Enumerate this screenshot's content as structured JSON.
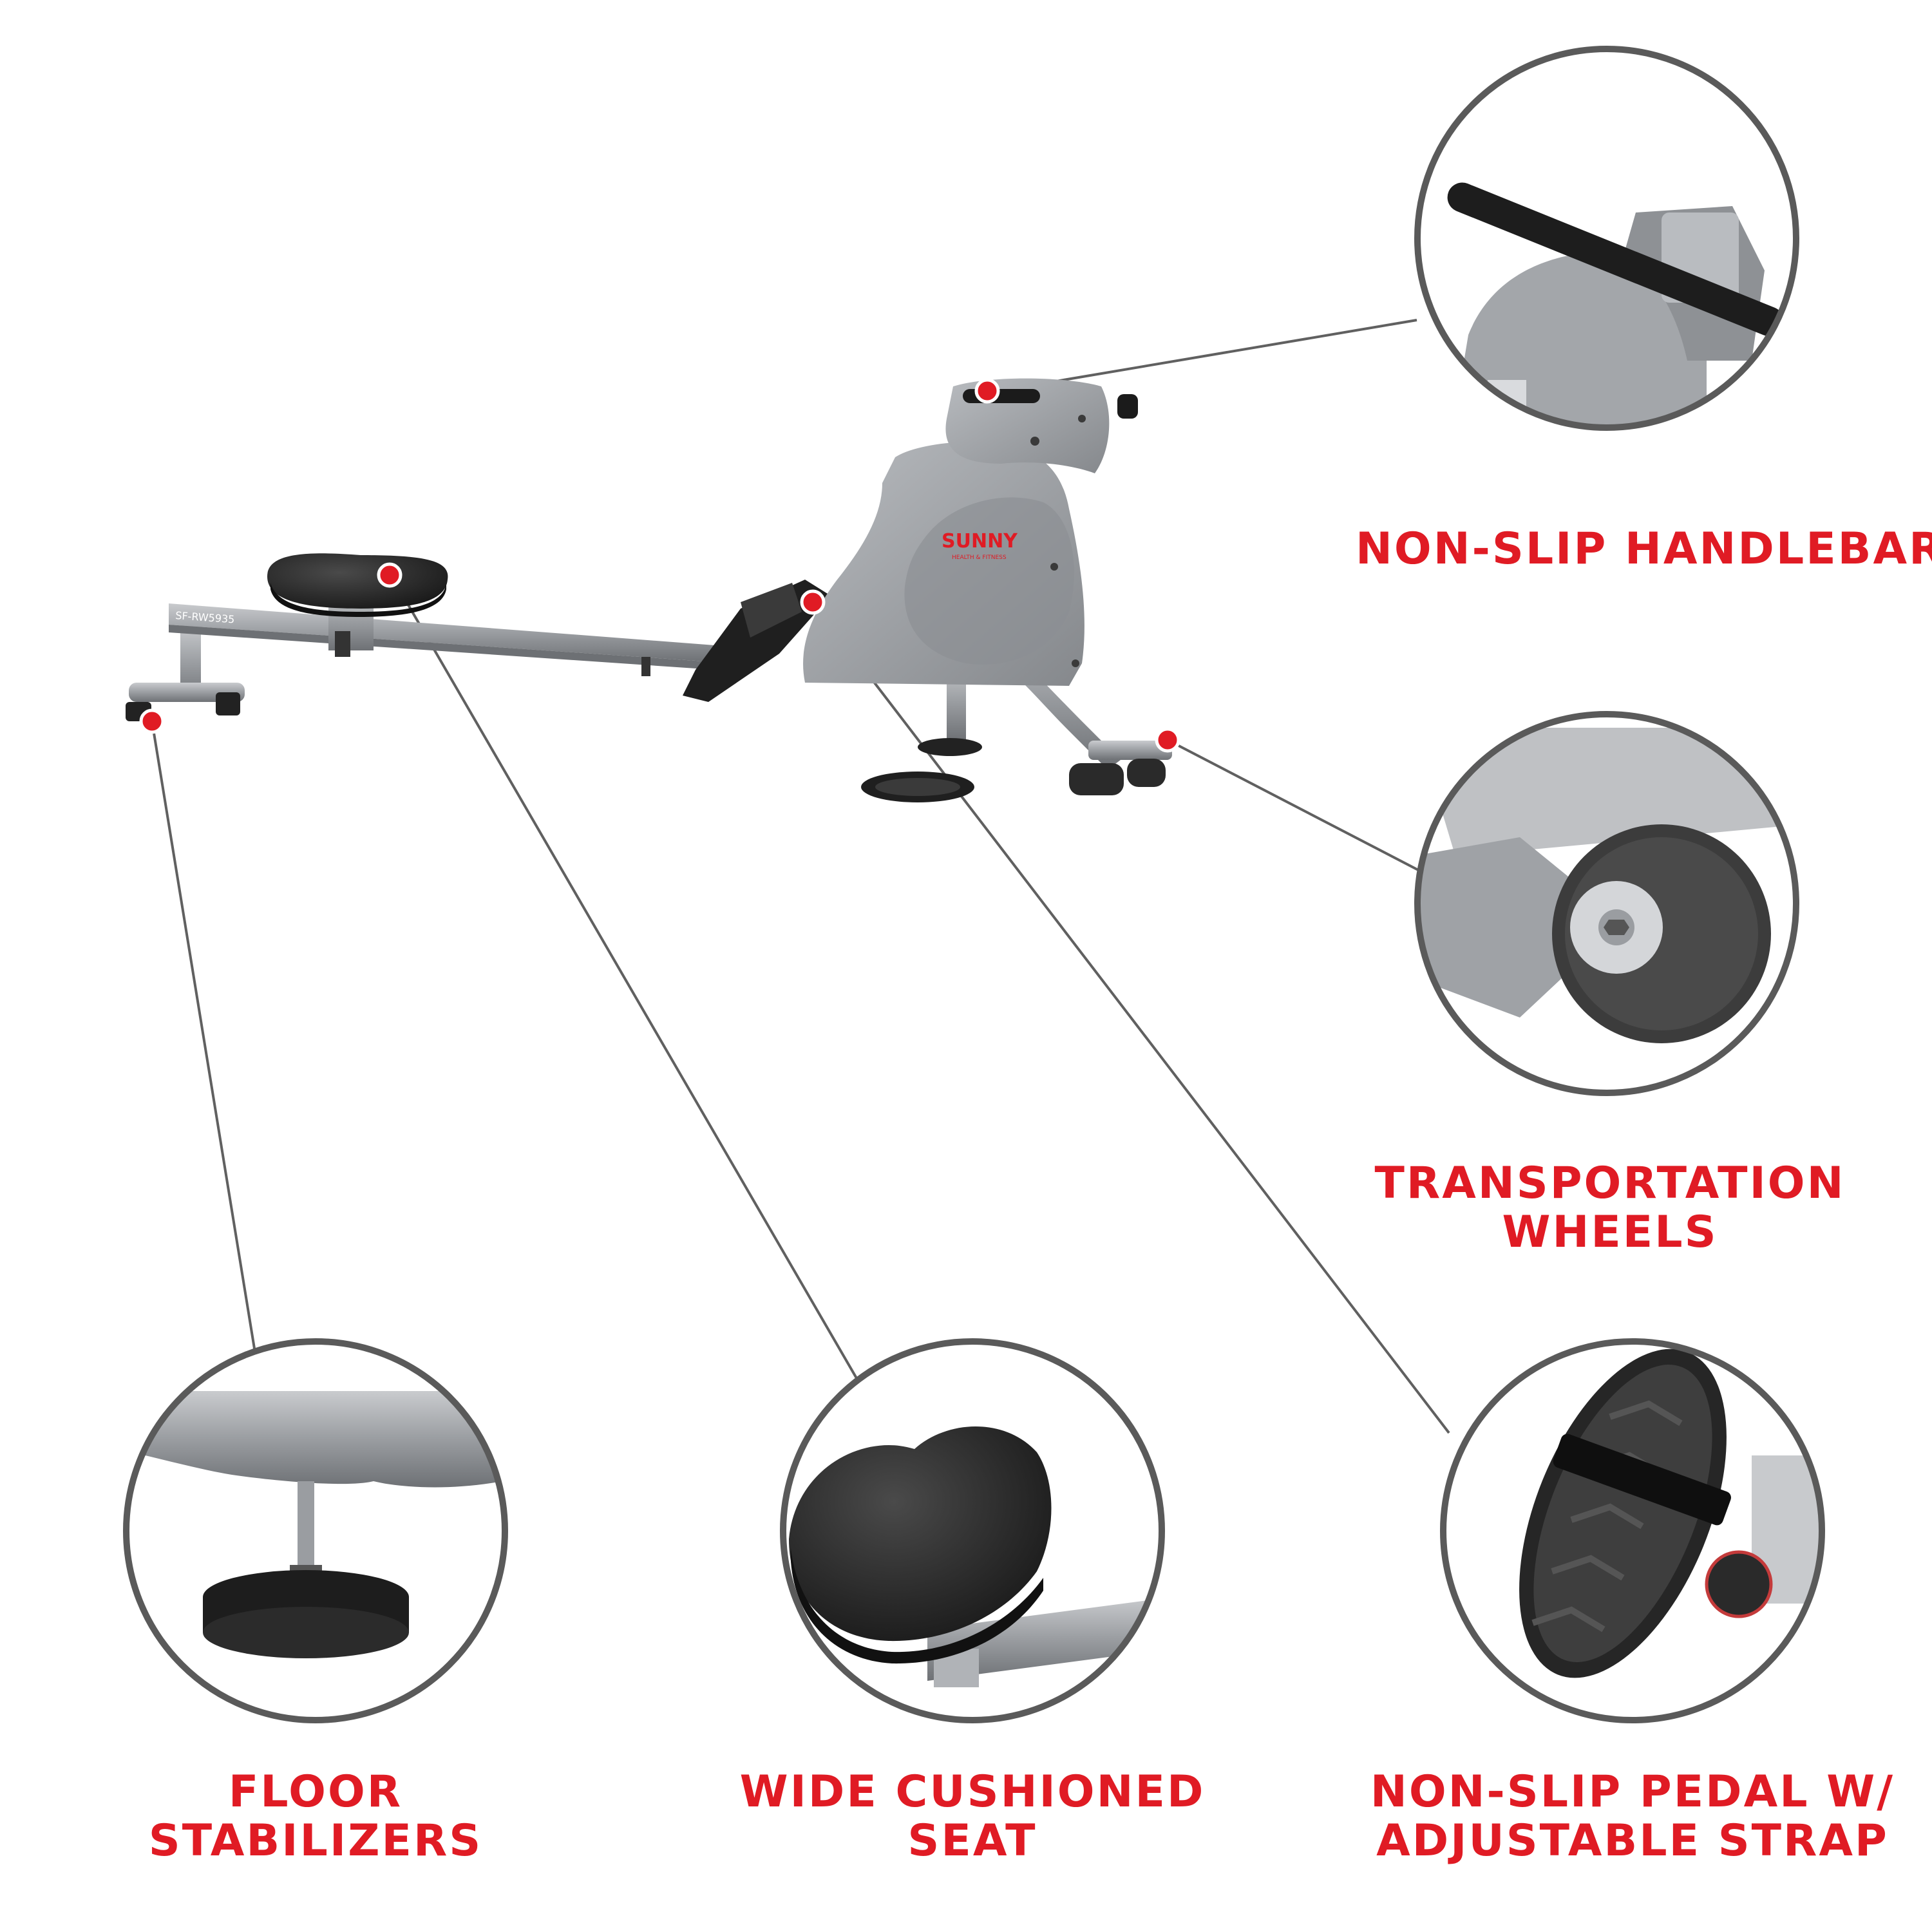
{
  "colors": {
    "accent": "#e01b24",
    "leader_line": "#606060",
    "circle_border": "#5a5a5a",
    "frame_gray": "#8f9296",
    "body_gray": "#9fa2a6"
  },
  "product": {
    "brand": "SUNNY",
    "brand_tagline": "HEALTH & FITNESS",
    "rail_model": "SF-RW5935"
  },
  "features": [
    {
      "id": "handlebar",
      "label_lines": [
        "NON-SLIP HANDLEBAR"
      ]
    },
    {
      "id": "wheels",
      "label_lines": [
        "TRANSPORTATION",
        "WHEELS"
      ]
    },
    {
      "id": "stabilizers",
      "label_lines": [
        "FLOOR",
        "STABILIZERS"
      ]
    },
    {
      "id": "seat",
      "label_lines": [
        "WIDE CUSHIONED",
        "SEAT"
      ]
    },
    {
      "id": "pedal",
      "label_lines": [
        "NON-SLIP PEDAL W/",
        "ADJUSTABLE STRAP"
      ]
    }
  ],
  "icons": {
    "marker": "red-dot-marker-icon"
  }
}
